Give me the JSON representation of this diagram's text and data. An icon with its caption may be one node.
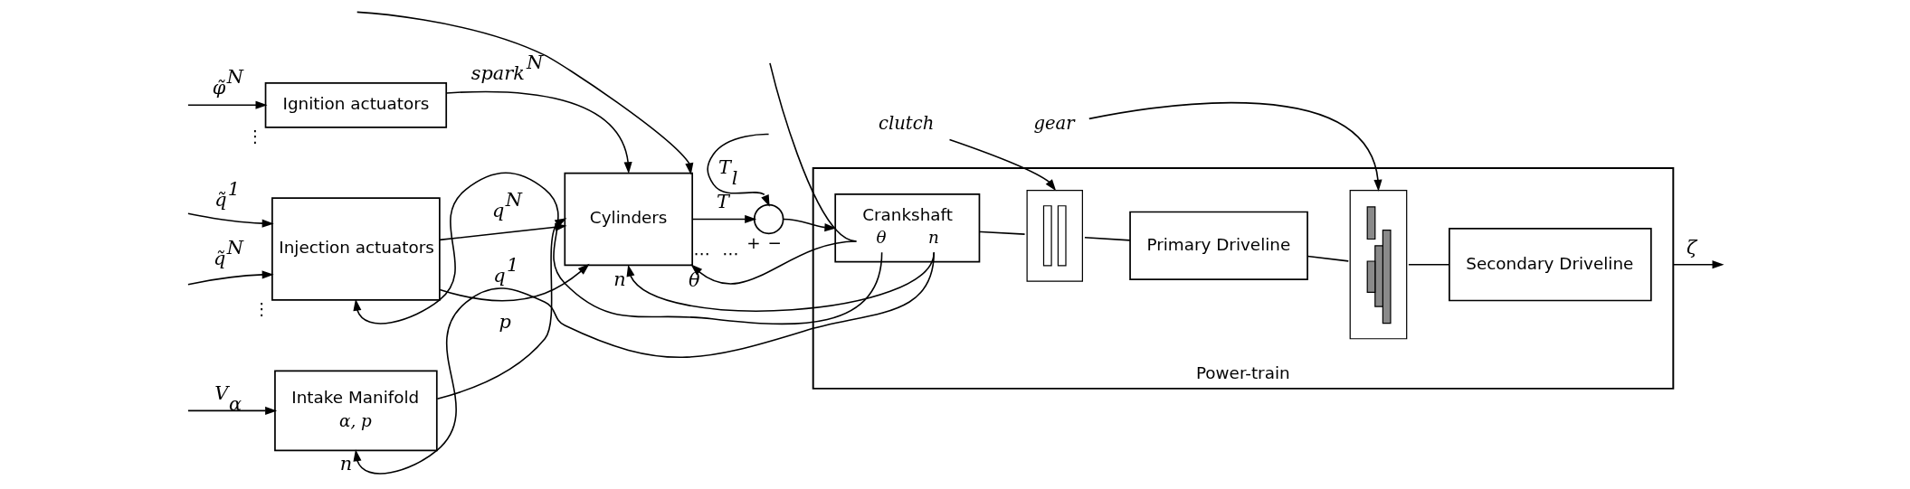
{
  "diagram": {
    "nodes": [
      {
        "text": [
          "Ignition actuators"
        ],
        "beside": [
          "⋮"
        ]
      },
      {
        "text": [
          "Injection actuators"
        ],
        "beside": [
          "⋮"
        ]
      },
      {
        "text": [
          "Intake Manifold",
          "α, p"
        ]
      },
      {
        "text": [
          "Cylinders"
        ],
        "beside": [
          "⋯",
          "⋯"
        ]
      },
      {
        "text": [],
        "shape": "circle",
        "beside": [
          "+",
          "−"
        ]
      },
      {
        "text": [
          "clutch"
        ]
      },
      {
        "text": [
          "gear"
        ]
      },
      {
        "text": [
          "Power-train"
        ]
      },
      {
        "text": [
          "Crankshaft",
          "θ",
          "n"
        ],
        "in": 7
      },
      {
        "text": [],
        "shape": "picture",
        "in": 7
      },
      {
        "text": [
          "Primary Driveline"
        ],
        "in": 7
      },
      {
        "text": [],
        "shape": "picture",
        "in": 7
      },
      {
        "text": [
          "Secondary Driveline"
        ],
        "in": 7
      }
    ],
    "edges": [
      {
        "from": null,
        "to": 0,
        "arrow": "to",
        "label": "φ̃$^{N}$"
      },
      {
        "from": 0,
        "to": 3,
        "arrow": "to",
        "label": "spark$^{N}$"
      },
      {
        "from": null,
        "to": 3,
        "arrow": "to"
      },
      {
        "from": null,
        "to": 1,
        "arrow": "to",
        "label": "q̃$^{1}$"
      },
      {
        "from": null,
        "to": 1,
        "arrow": "to",
        "label": "q̃$^{N}$"
      },
      {
        "from": 1,
        "to": 3,
        "arrow": "to",
        "label": "q$^{1}$"
      },
      {
        "from": 1,
        "to": 3,
        "arrow": "to",
        "label": "q$^{N}$"
      },
      {
        "from": null,
        "to": 2,
        "arrow": "to",
        "label": "V$_{α}$"
      },
      {
        "from": 2,
        "to": 3,
        "arrow": "to",
        "label": "p"
      },
      {
        "from": 3,
        "to": 4,
        "arrow": "to",
        "label": "T"
      },
      {
        "from": null,
        "to": 4,
        "arrow": "to",
        "label": "T$_{l}$"
      },
      {
        "from": 4,
        "to": 8,
        "arrow": "to"
      },
      {
        "from": 5,
        "to": 9,
        "arrow": "to"
      },
      {
        "from": 8,
        "to": 9,
        "arrow": "none"
      },
      {
        "from": 9,
        "to": 10,
        "arrow": "none"
      },
      {
        "from": 6,
        "to": 11,
        "arrow": "to"
      },
      {
        "from": 10,
        "to": 11,
        "arrow": "none"
      },
      {
        "from": 11,
        "to": 12,
        "arrow": "none"
      },
      {
        "from": 7,
        "to": null,
        "arrow": "to",
        "label": "ζ"
      },
      {
        "from": 8,
        "to": 3,
        "arrow": "to",
        "label": "θ"
      },
      {
        "from": 8,
        "to": 1,
        "arrow": "to"
      },
      {
        "from": 8,
        "to": null,
        "arrow": "none"
      },
      {
        "from": 8,
        "to": 3,
        "arrow": "to",
        "label": "n"
      },
      {
        "from": 8,
        "to": 2,
        "arrow": "to",
        "label": "n"
      }
    ]
  }
}
